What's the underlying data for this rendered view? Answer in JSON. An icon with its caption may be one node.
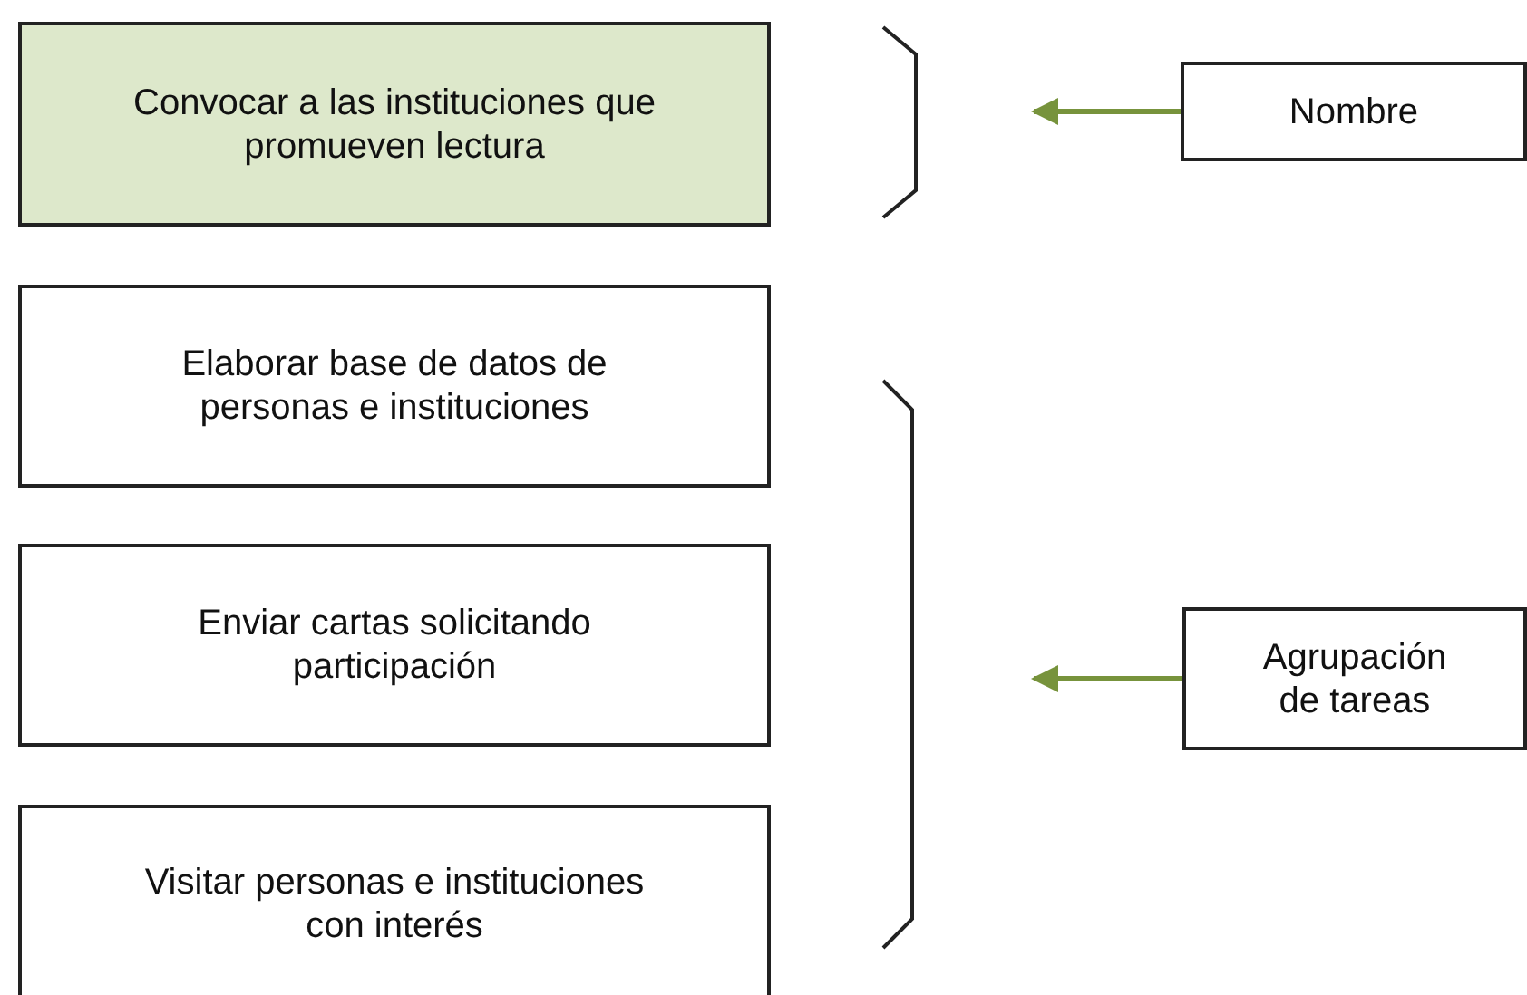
{
  "diagram": {
    "nodes": [
      {
        "text": [
          "Convocar a las instituciones que promueven lectura"
        ]
      },
      {
        "text": [
          "Elaborar base de datos de personas e instituciones"
        ]
      },
      {
        "text": [
          "Enviar cartas solicitando participación"
        ]
      },
      {
        "text": [
          "Visitar personas e instituciones con interés"
        ]
      },
      {
        "text": [
          "Nombre"
        ]
      },
      {
        "text": [
          "Agrupación de tareas"
        ]
      }
    ],
    "edges": [
      {
        "from": 4,
        "to": null,
        "arrow": "to",
        "color": "#77933c"
      },
      {
        "from": 5,
        "to": null,
        "arrow": "to",
        "color": "#77933c"
      }
    ]
  }
}
